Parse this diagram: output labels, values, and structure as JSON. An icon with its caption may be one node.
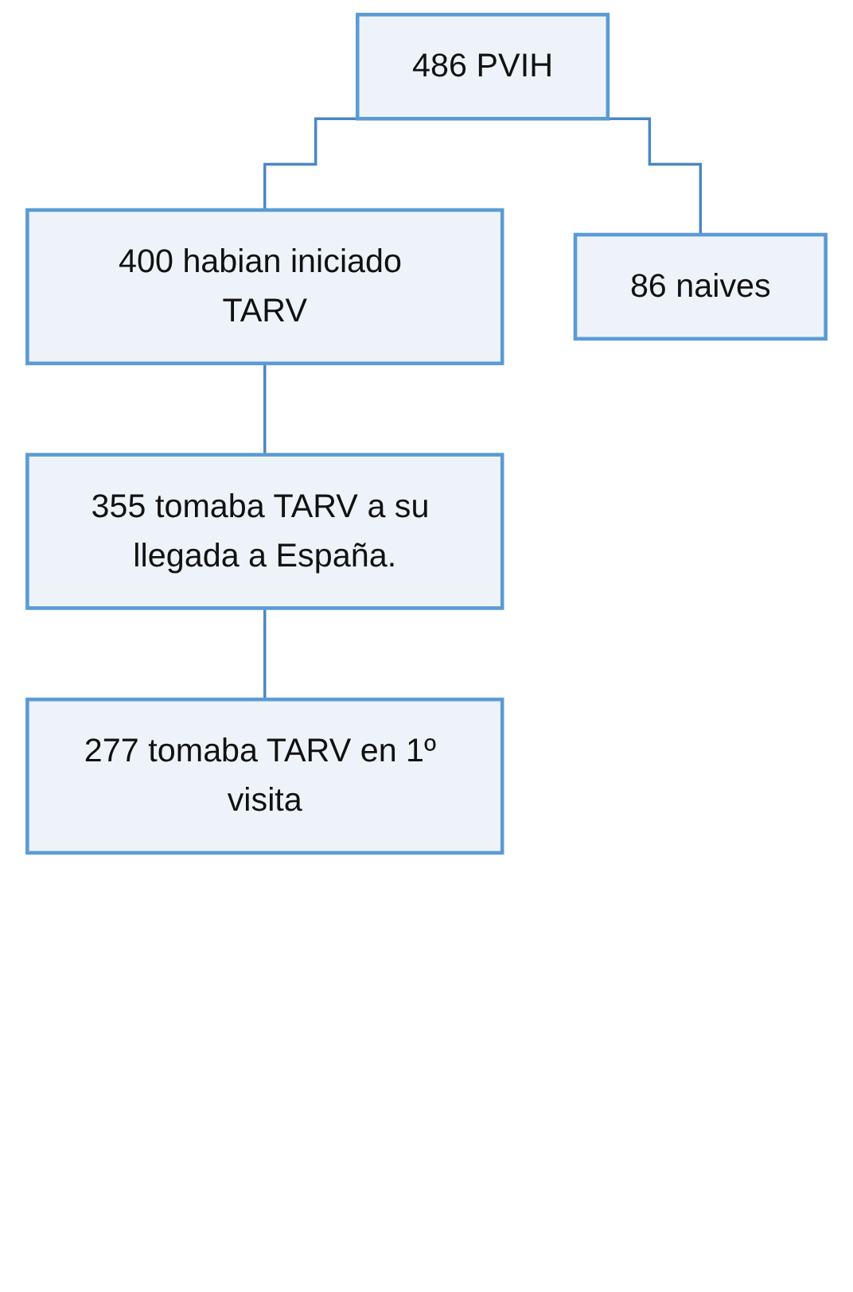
{
  "diagram": {
    "nodes": [
      {
        "text": [
          "486 PVIH"
        ]
      },
      {
        "text": [
          "400 habian iniciado TARV"
        ]
      },
      {
        "text": [
          "86 naives"
        ]
      },
      {
        "text": [
          "355 tomaba TARV a su llegada a España."
        ]
      },
      {
        "text": [
          "277 tomaba TARV en 1º visita"
        ]
      }
    ],
    "edges": [
      {
        "from": 0,
        "to": 1,
        "arrow": "none"
      },
      {
        "from": 0,
        "to": 2,
        "arrow": "none"
      },
      {
        "from": 1,
        "to": 3,
        "arrow": "none"
      },
      {
        "from": 3,
        "to": 4,
        "arrow": "none"
      }
    ]
  }
}
